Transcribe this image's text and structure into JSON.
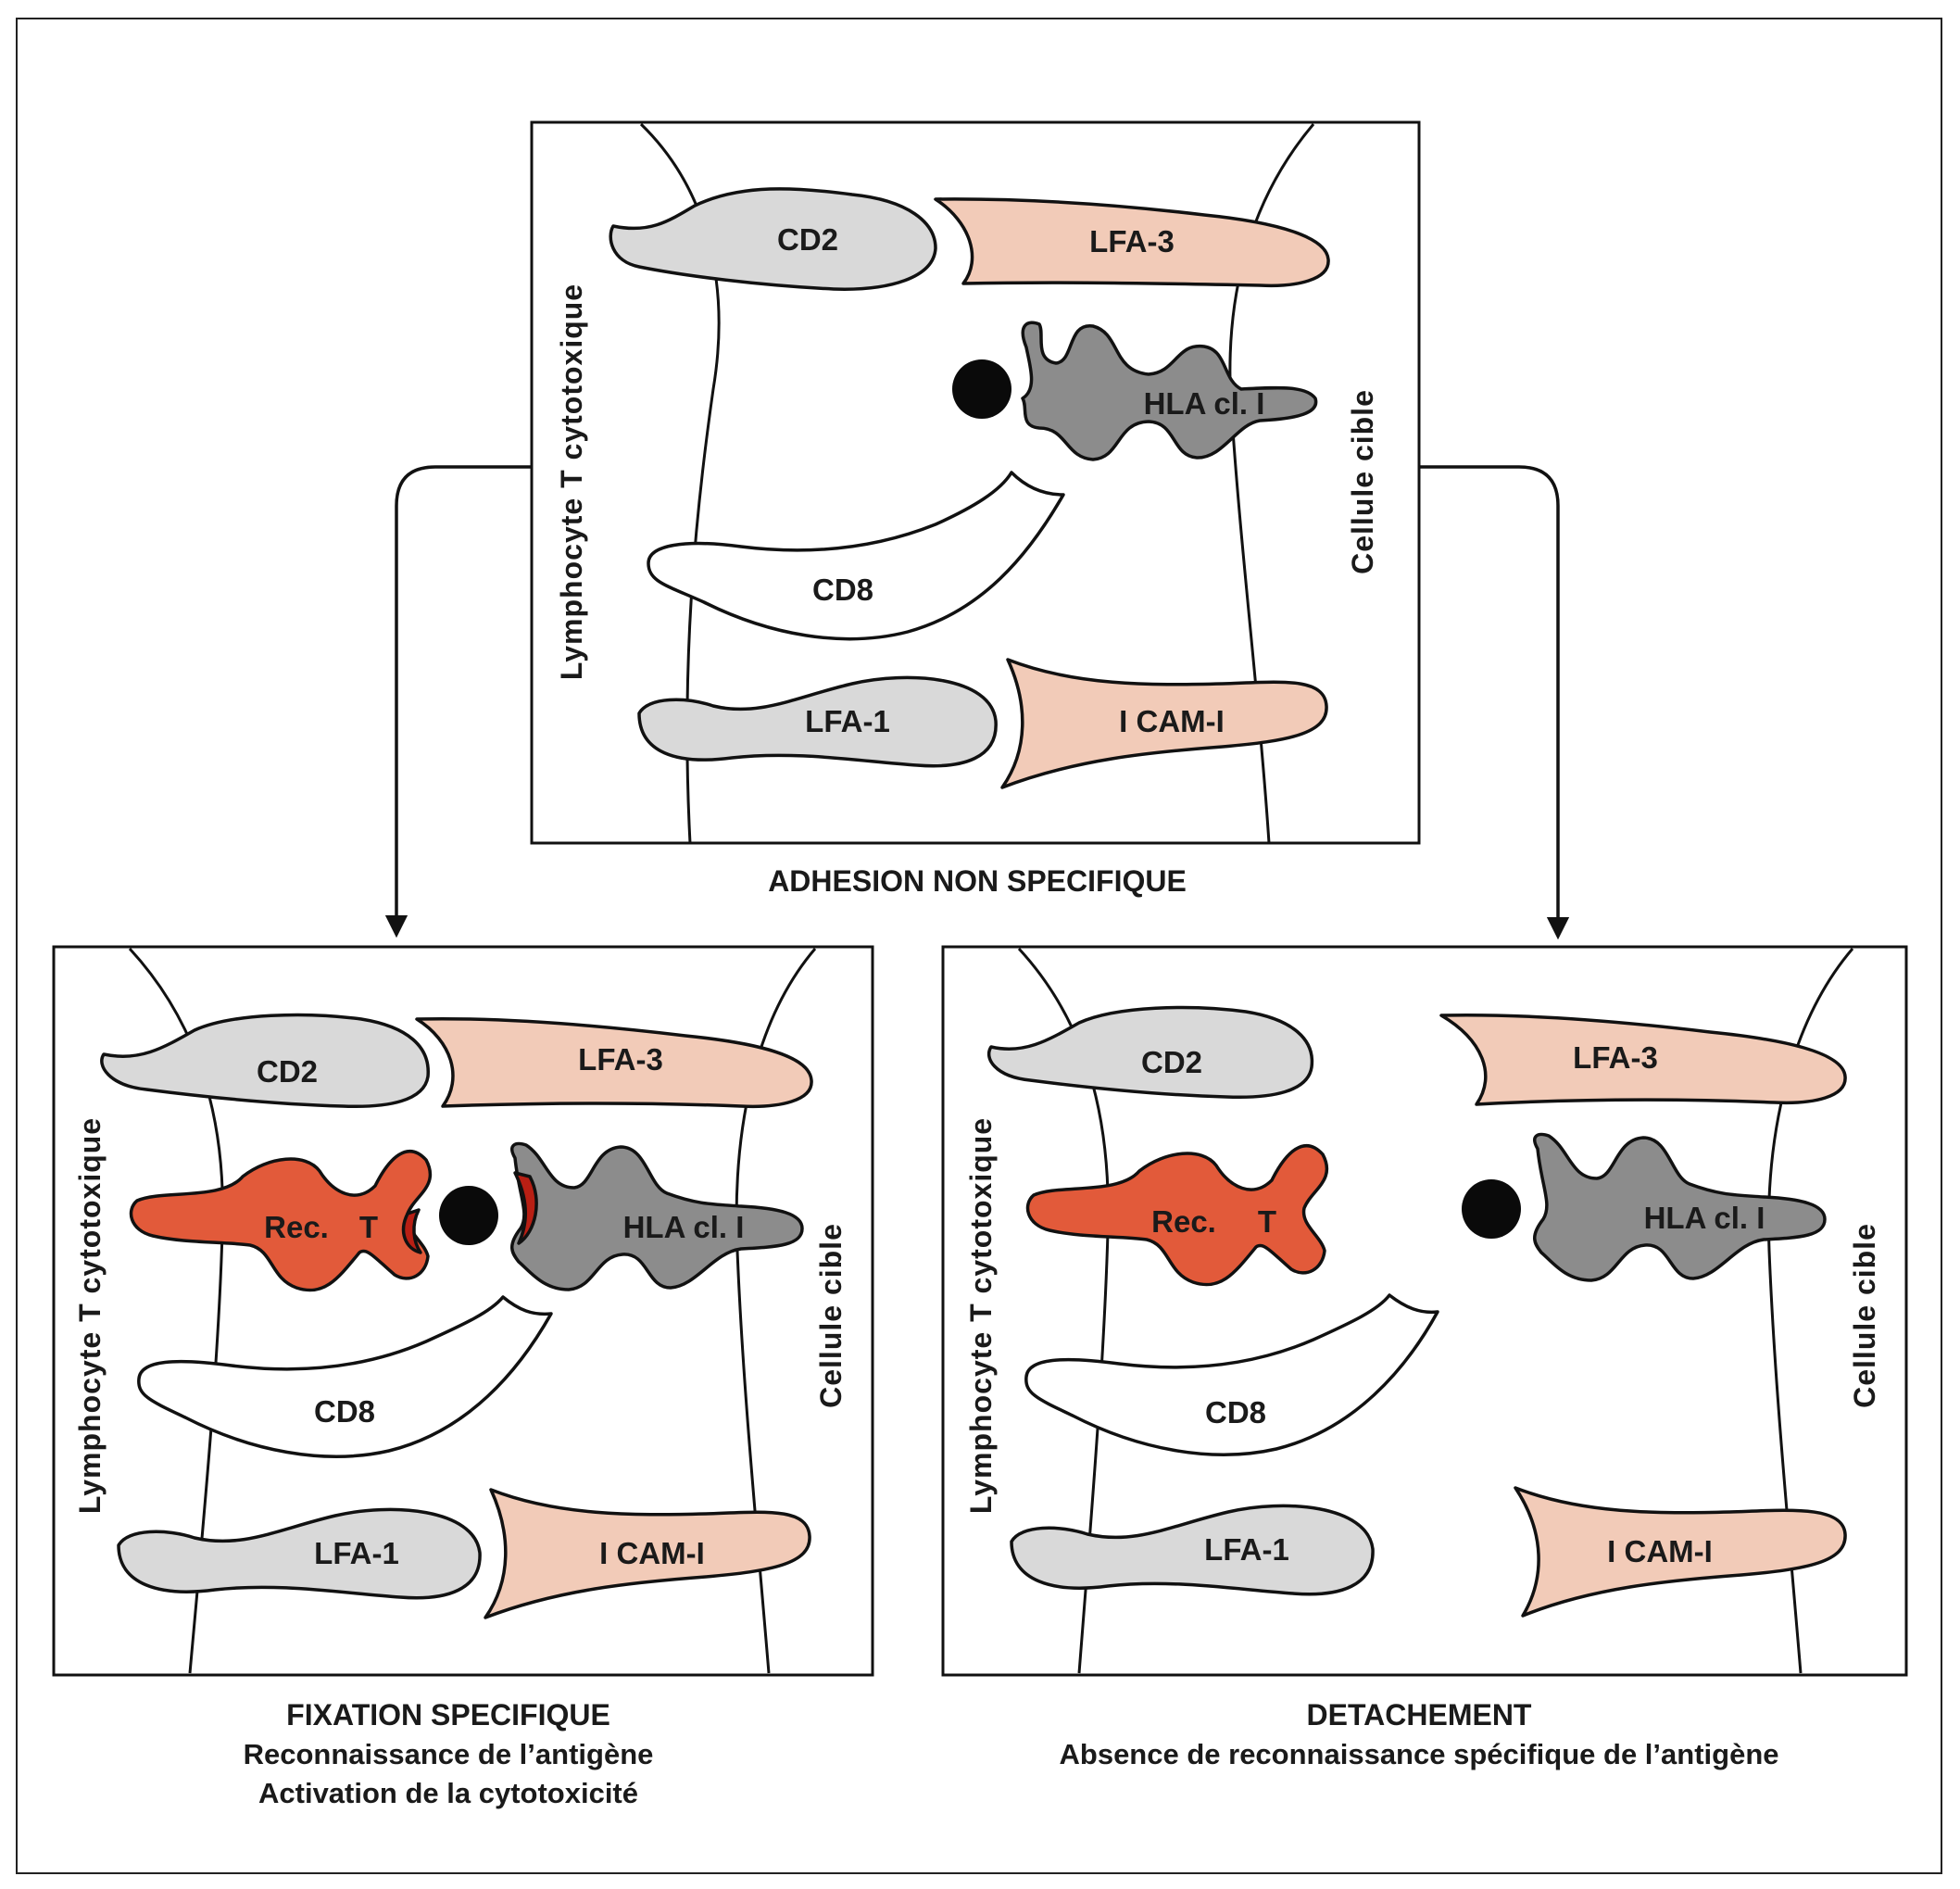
{
  "colors": {
    "grey_molecule": "#d9d9d9",
    "pink_molecule": "#f2cbb8",
    "hla_dark": "#8c8c8c",
    "receptor_red": "#e25a3a",
    "receptor_dark_red": "#b81f14",
    "antigen_black": "#0a0a0a"
  },
  "icons": {
    "antigen": "black-dot-icon",
    "arrows": "down-arrow-icon"
  },
  "panels": {
    "top": {
      "lymphocyte_label": "Lymphocyte T cytotoxique",
      "target_label": "Cellule cible",
      "cd2": "CD2",
      "lfa3": "LFA-3",
      "hla": "HLA cl. I",
      "cd8": "CD8",
      "lfa1": "LFA-1",
      "icam": "I CAM-I",
      "caption": "ADHESION NON SPECIFIQUE"
    },
    "left": {
      "lymphocyte_label": "Lymphocyte T cytotoxique",
      "target_label": "Cellule cible",
      "cd2": "CD2",
      "lfa3": "LFA-3",
      "rec_a": "Rec.",
      "rec_b": "T",
      "hla": "HLA cl. I",
      "cd8": "CD8",
      "lfa1": "LFA-1",
      "icam": "I CAM-I",
      "caption_line1": "FIXATION SPECIFIQUE",
      "caption_line2": "Reconnaissance de l’antigène",
      "caption_line3": "Activation de la cytotoxicité"
    },
    "right": {
      "lymphocyte_label": "Lymphocyte T cytotoxique",
      "target_label": "Cellule cible",
      "cd2": "CD2",
      "lfa3": "LFA-3",
      "rec_a": "Rec.",
      "rec_b": "T",
      "hla": "HLA cl. I",
      "cd8": "CD8",
      "lfa1": "LFA-1",
      "icam": "I CAM-I",
      "caption_line1": "DETACHEMENT",
      "caption_line2": "Absence de reconnaissance spécifique de l’antigène"
    }
  }
}
